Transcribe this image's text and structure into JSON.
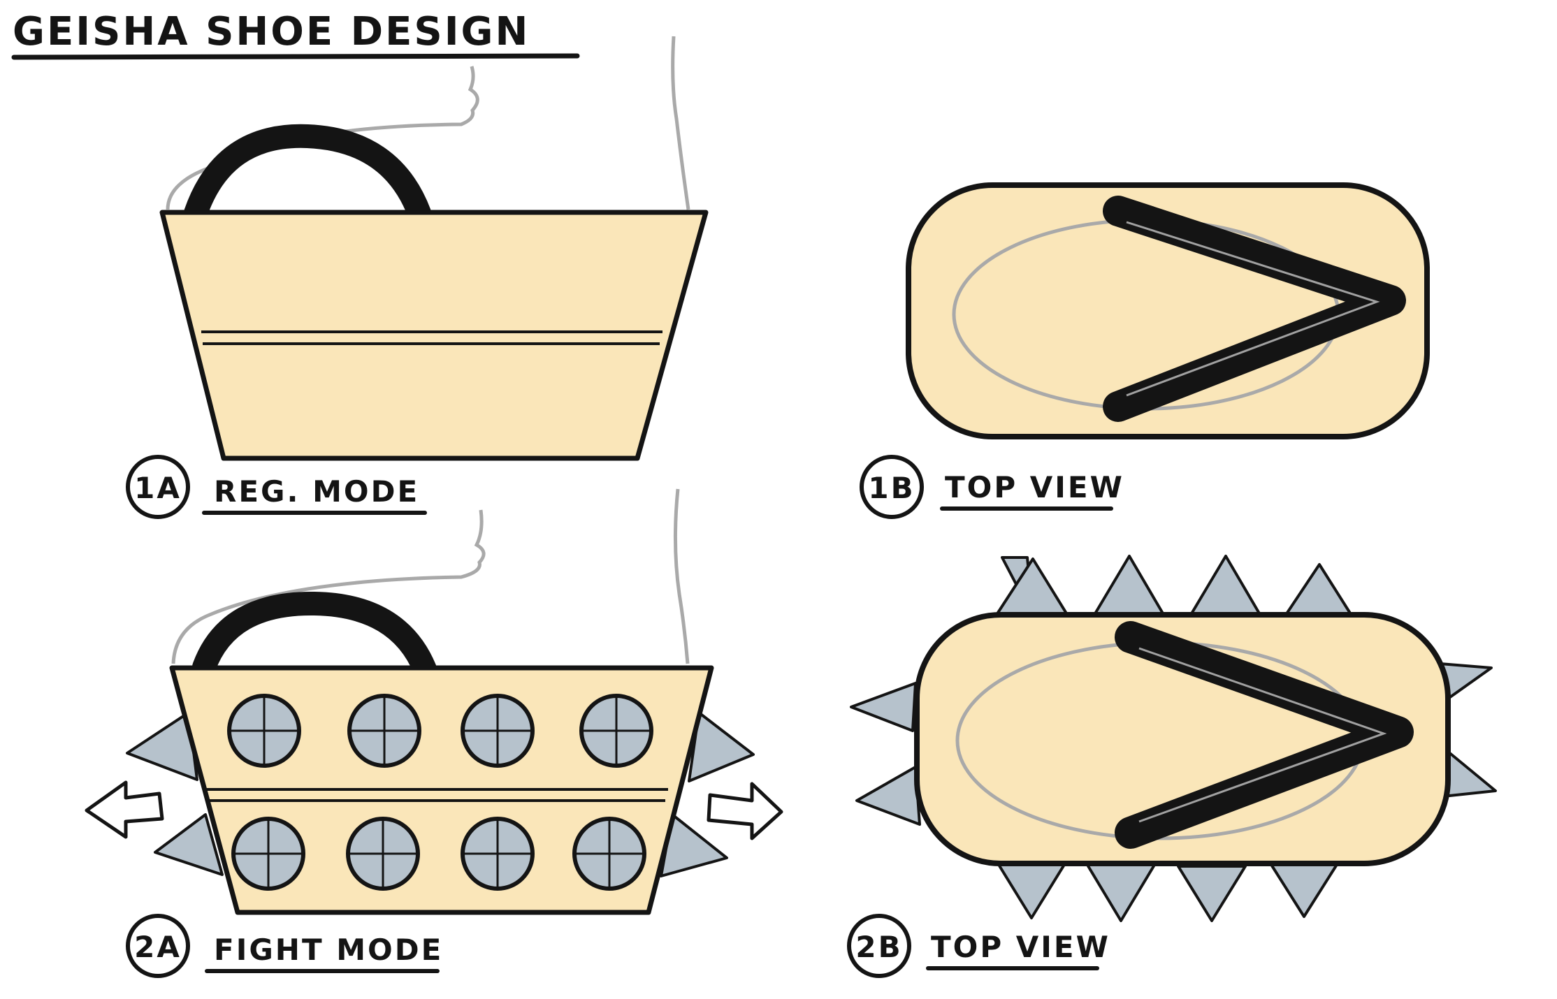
{
  "title": "GEISHA SHOE DESIGN",
  "panels": [
    {
      "badge": "1A",
      "label": "REG. MODE"
    },
    {
      "badge": "1B",
      "label": "TOP VIEW"
    },
    {
      "badge": "2A",
      "label": "FIGHT MODE"
    },
    {
      "badge": "2B",
      "label": "TOP VIEW"
    }
  ],
  "colors": {
    "wood": "#fae6b9",
    "ink": "#141414",
    "spike": "#b6c2cc",
    "foot_outline": "#a9a9a9"
  }
}
